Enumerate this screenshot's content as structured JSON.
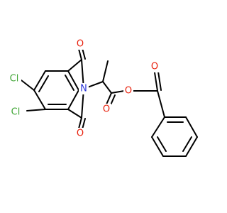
{
  "molecule": {
    "atoms": {
      "cl_top": {
        "symbol": "Cl",
        "color": "#3fa535"
      },
      "cl_bottom": {
        "symbol": "Cl",
        "color": "#3fa535"
      },
      "o_imide_top": {
        "symbol": "O",
        "color": "#e8200c"
      },
      "o_imide_bottom": {
        "symbol": "O",
        "color": "#e8200c"
      },
      "n_imide": {
        "symbol": "N",
        "color": "#2b36d9"
      },
      "o_ester_carbonyl": {
        "symbol": "O",
        "color": "#e8200c"
      },
      "o_ester": {
        "symbol": "O",
        "color": "#e8200c"
      },
      "o_ketone": {
        "symbol": "O",
        "color": "#e8200c"
      }
    },
    "bond_color": "#000000"
  }
}
